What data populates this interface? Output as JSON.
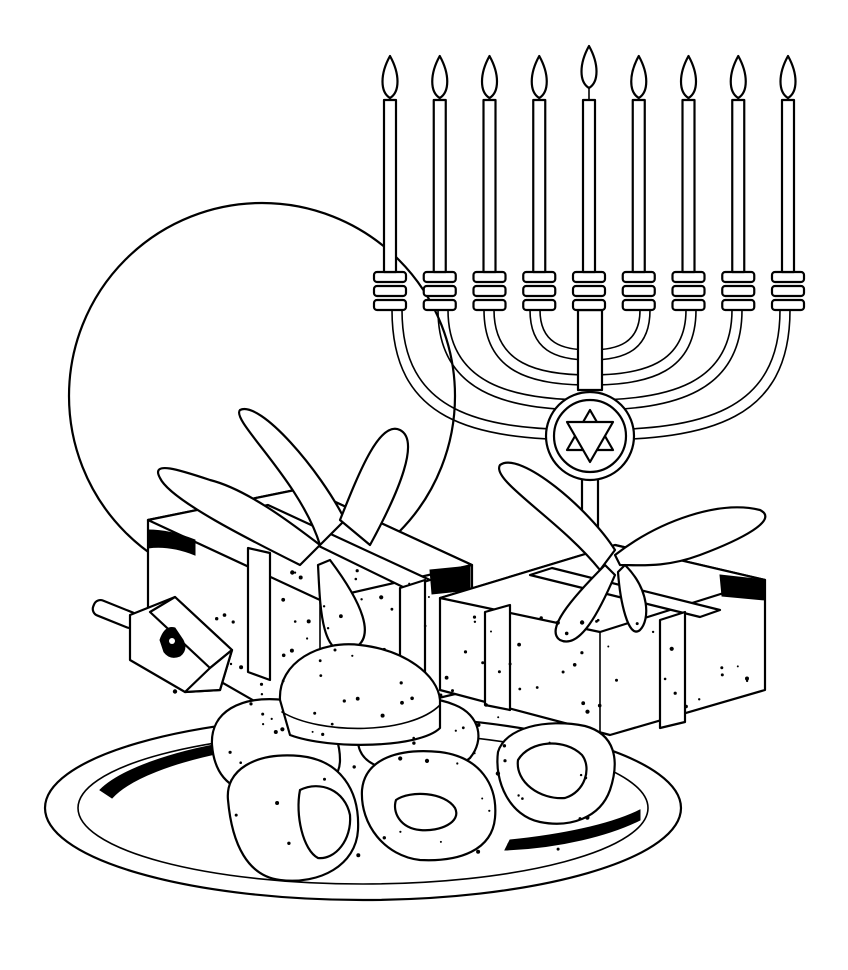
{
  "scene": {
    "subject": "hanukkah-coloring-page",
    "colors": {
      "ink": "#000000",
      "paper": "#ffffff"
    },
    "objects": {
      "menorah": {
        "candles": 9
      },
      "gifts": {
        "count": 2
      },
      "plate": {
        "donuts": 5
      },
      "dreidel": {
        "count": 1
      }
    }
  }
}
